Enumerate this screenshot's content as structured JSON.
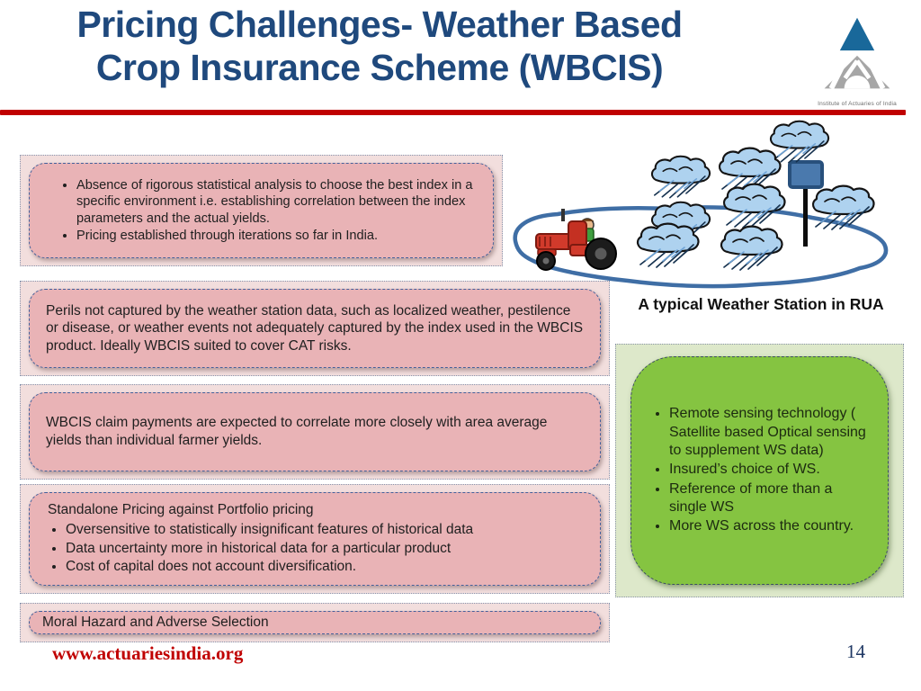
{
  "slide": {
    "title_line1": "Pricing Challenges- Weather Based",
    "title_line2": "Crop Insurance Scheme (WBCIS)",
    "logo_caption": "Institute of Actuaries of India",
    "footer_url": "www.actuariesindia.org",
    "page_number": "14"
  },
  "boxes": {
    "box1": {
      "bullets": [
        "Absence of rigorous statistical analysis to choose the best index in a specific environment i.e. establishing correlation between the index parameters and the actual yields.",
        "Pricing established through iterations so far in India."
      ]
    },
    "box2": {
      "text": "Perils not captured by the weather station data, such as localized weather, pestilence or disease, or weather events not adequately captured by the index used in the WBCIS product. Ideally WBCIS suited to cover CAT risks."
    },
    "box3": {
      "text": "WBCIS claim payments are expected to correlate more closely with area average yields than individual farmer yields."
    },
    "box4": {
      "heading": "Standalone Pricing against Portfolio pricing",
      "bullets": [
        "Oversensitive to  statistically  insignificant features of historical data",
        "Data uncertainty  more  in historical data for a particular product",
        "Cost of capital  does not account diversification."
      ]
    },
    "box5": {
      "text": "Moral Hazard and Adverse Selection"
    }
  },
  "illustration": {
    "caption": "A typical Weather Station in RUA"
  },
  "solution_box": {
    "bullets": [
      "Remote sensing technology ( Satellite  based Optical sensing to supplement WS data)",
      "Insured’s choice of WS.",
      "Reference of more than a single WS",
      "More WS across the country."
    ]
  },
  "colors": {
    "title_blue": "#1F497D",
    "divider_red": "#C00000",
    "box_pink": "#E9B3B6",
    "panel_green": "#85C441",
    "footer_red": "#C00000"
  }
}
